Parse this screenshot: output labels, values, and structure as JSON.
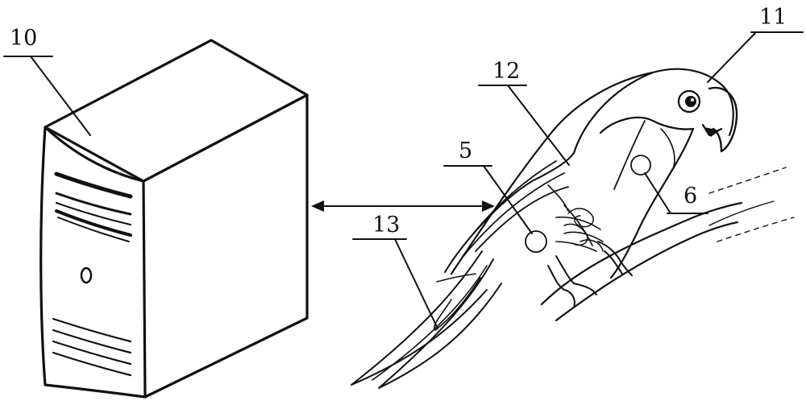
{
  "labels": {
    "server": "10",
    "parrot_head": "11",
    "parrot_wing": "12",
    "parrot_tail": "13",
    "sensor_a": "5",
    "sensor_b": "6"
  },
  "colors": {
    "ink": "#111111",
    "background": "#ffffff"
  },
  "icons": [
    "server-tower-icon",
    "parrot-illustration",
    "double-arrow-icon"
  ]
}
